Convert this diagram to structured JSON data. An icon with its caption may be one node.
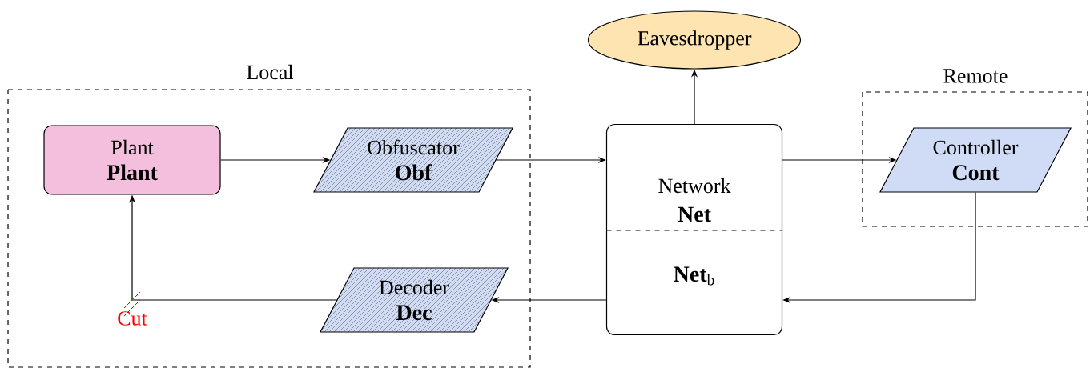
{
  "diagram": {
    "nodes": [
      {
        "text": [
          "Local"
        ]
      },
      {
        "text": [
          "Plant",
          "Plant"
        ],
        "in": 0
      },
      {
        "text": [
          "Obfuscator",
          "Obf"
        ],
        "in": 0
      },
      {
        "text": [
          "Decoder",
          "Dec"
        ],
        "in": 0
      },
      {
        "text": [
          "Network",
          "Net",
          "**Net**$_{b}$"
        ]
      },
      {
        "text": [
          "Eavesdropper"
        ]
      },
      {
        "text": [
          "Remote"
        ]
      },
      {
        "text": [
          "Controller",
          "Cont"
        ],
        "in": 6
      }
    ],
    "edges": [
      {
        "from": 1,
        "to": 2,
        "arrow": "to"
      },
      {
        "from": 2,
        "to": 4,
        "arrow": "to"
      },
      {
        "from": 4,
        "to": 5,
        "arrow": "to"
      },
      {
        "from": 4,
        "to": 7,
        "arrow": "to"
      },
      {
        "from": 7,
        "to": 4,
        "arrow": "to"
      },
      {
        "from": 4,
        "to": 3,
        "arrow": "to"
      },
      {
        "from": 3,
        "to": 1,
        "arrow": "to",
        "label": "Cut"
      }
    ]
  }
}
